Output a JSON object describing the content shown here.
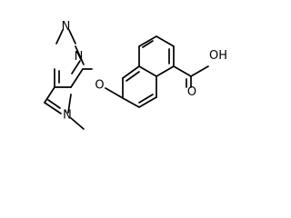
{
  "structure": {
    "atoms": {
      "n_top": "N",
      "n_mid": "N",
      "n_methyl": "N",
      "o_ether": "O",
      "o_carbonyl": "O",
      "oh": "OH"
    }
  }
}
